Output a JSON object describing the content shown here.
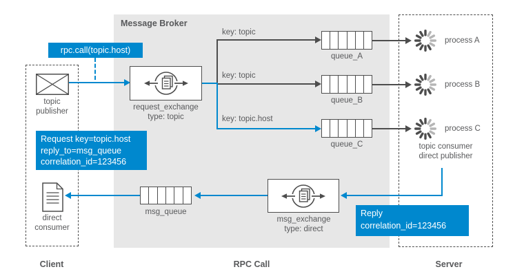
{
  "diagram": {
    "broker_title": "Message Broker",
    "sections": {
      "client": "Client",
      "rpc_call": "RPC Call",
      "server": "Server"
    }
  },
  "annotations": {
    "rpc_call": "rpc.call(topic.host)",
    "request": {
      "line1": "Request key=topic.host",
      "line2": "reply_to=msg_queue",
      "line3": "correlation_id=123456"
    },
    "reply": {
      "line1": "Reply",
      "line2": "correlation_id=123456"
    }
  },
  "keys": {
    "queue_a": "key: topic",
    "queue_b": "key: topic",
    "queue_c": "key: topic.host"
  },
  "nodes": {
    "topic_publisher": {
      "line1": "topic",
      "line2": "publisher"
    },
    "direct_consumer": {
      "line1": "direct",
      "line2": "consumer"
    },
    "request_exchange": {
      "line1": "request_exchange",
      "line2": "type: topic"
    },
    "msg_exchange": {
      "line1": "msg_exchange",
      "line2": "type: direct"
    },
    "queue_a": "queue_A",
    "queue_b": "queue_B",
    "queue_c": "queue_C",
    "msg_queue": "msg_queue",
    "process_a": "process A",
    "process_b": "process B",
    "process_c": "process C",
    "server_role": {
      "line1": "topic consumer",
      "line2": "direct publisher"
    }
  },
  "icons": {
    "publisher": "envelope-icon",
    "consumer": "document-icon",
    "exchange": "exchange-circle-icon",
    "queue": "queue-cells-icon",
    "process": "spinner-icon"
  },
  "colors": {
    "accent_blue": "#0088ce",
    "broker_background": "#e7e7e7",
    "line_dark": "#4d4d4d",
    "text_dark": "#58595b"
  }
}
